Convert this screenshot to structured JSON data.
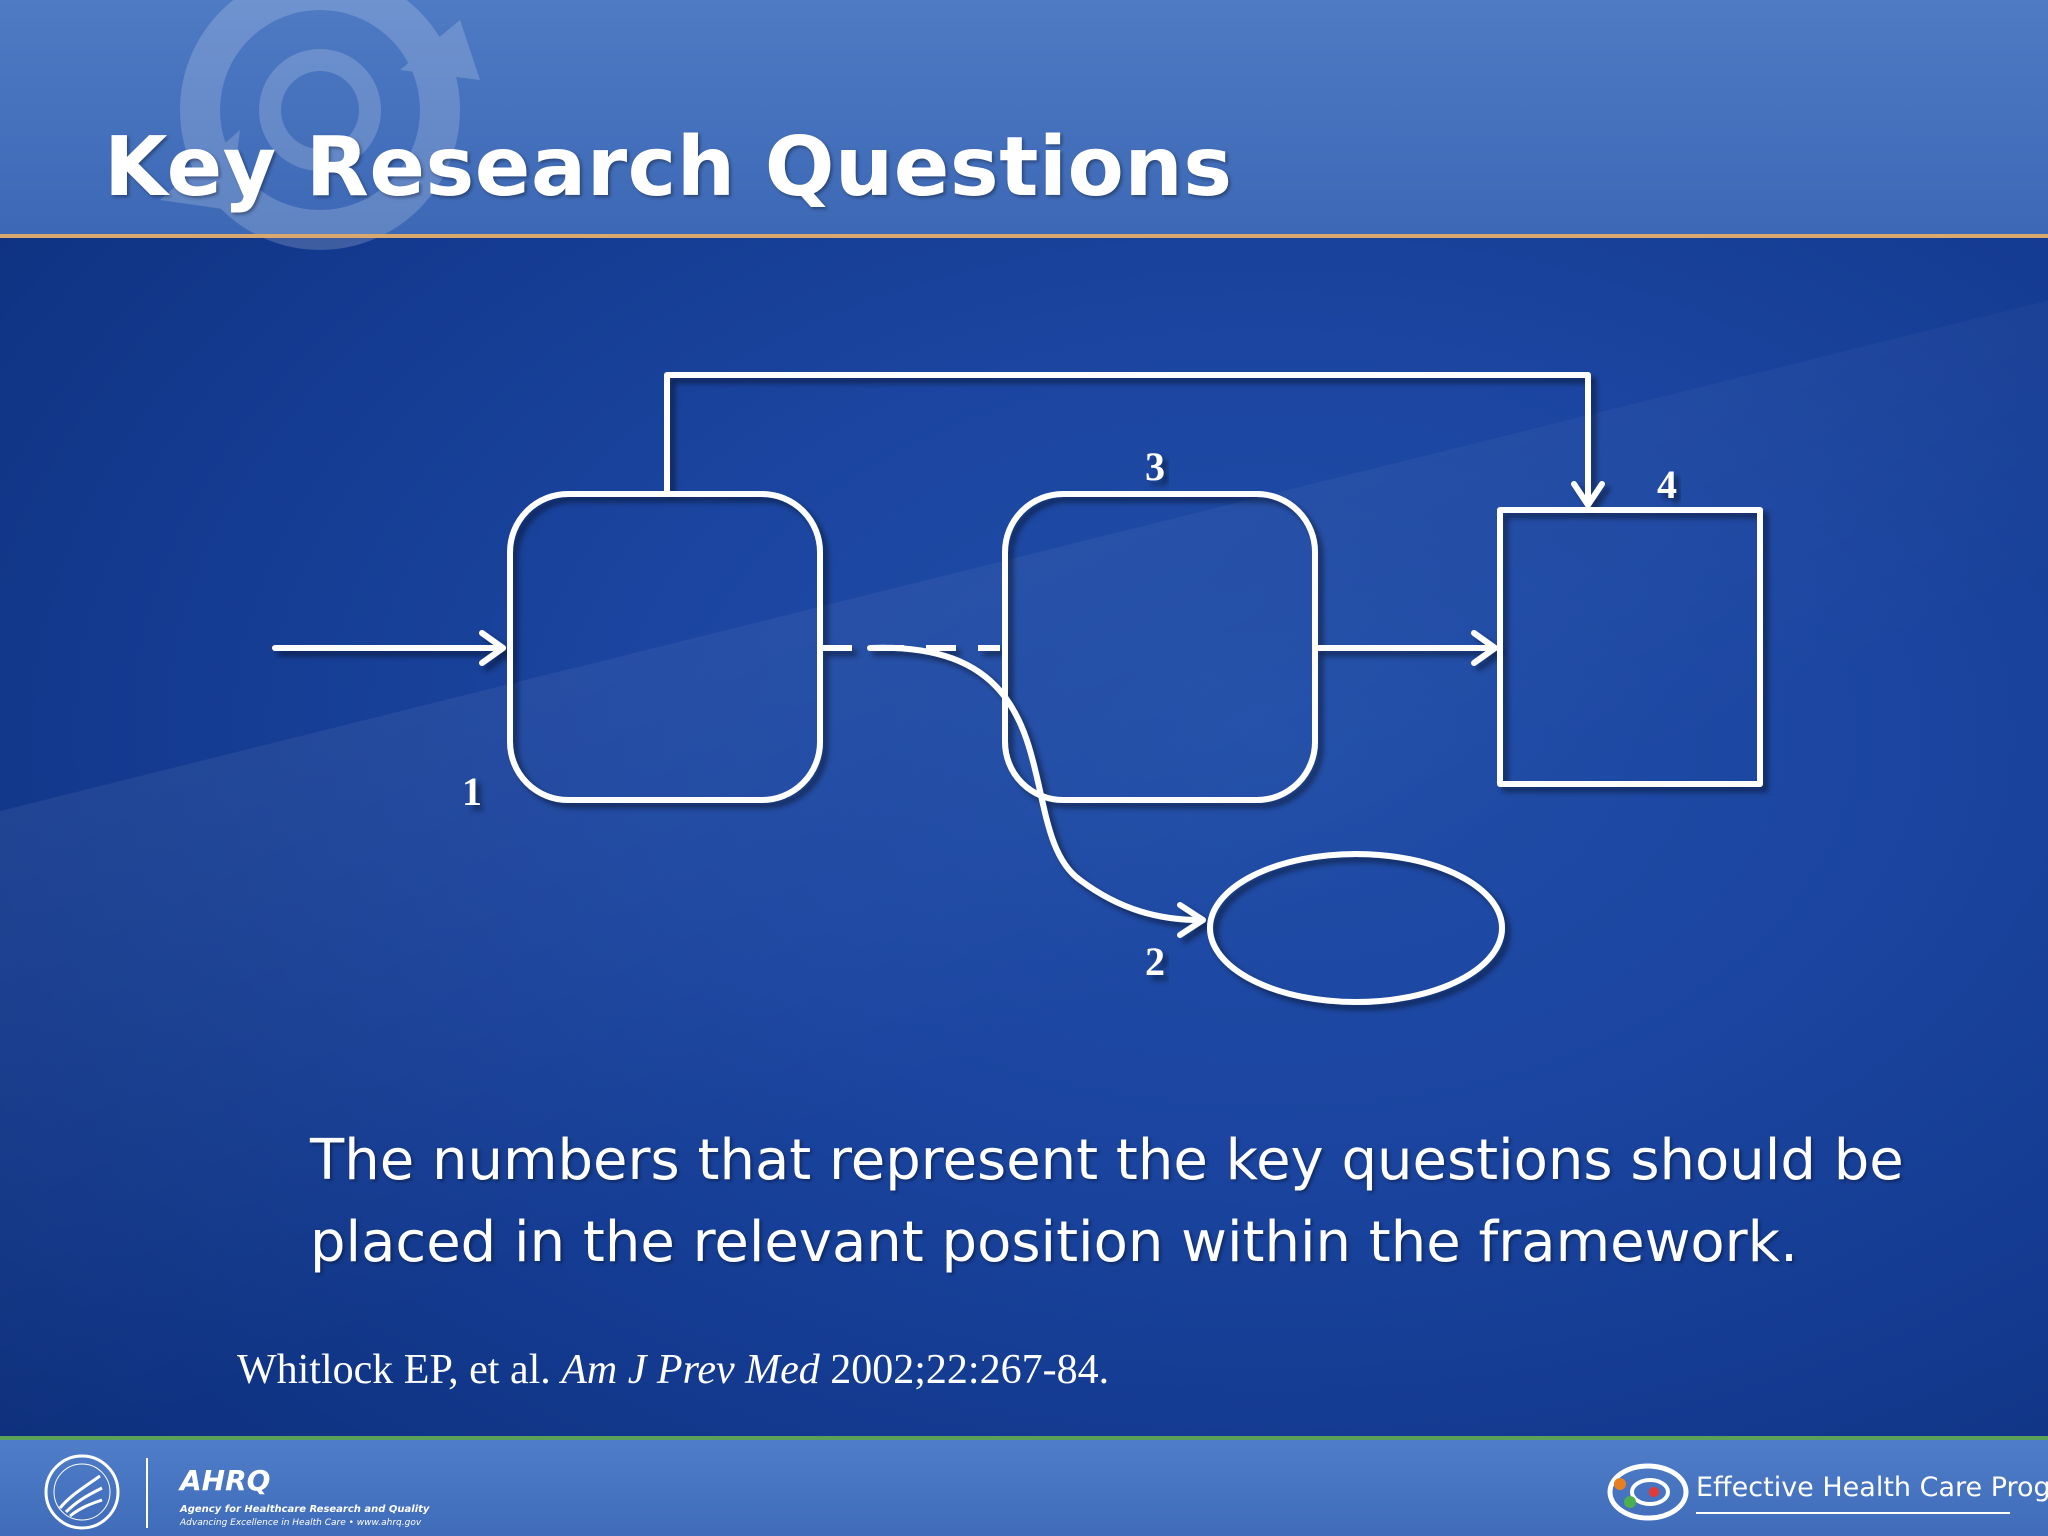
{
  "slide": {
    "title": "Key Research Questions",
    "caption_lines": [
      "The numbers that represent the key questions should be",
      "placed in the relevant position within the framework."
    ],
    "citation": {
      "prefix": "Whitlock EP,  et al. ",
      "journal": "Am J Prev Med",
      "suffix": " 2002;22:267-84."
    }
  },
  "diagram": {
    "labels": {
      "kq1": "1",
      "kq2": "2",
      "kq3": "3",
      "kq4": "4"
    }
  },
  "footer": {
    "ahrq_name": "AHRQ",
    "ahrq_line1": "Agency for Healthcare Research and Quality",
    "ahrq_line2": "Advancing Excellence in Health Care  •  www.ahrq.gov",
    "program_name": "Effective Health Care Program"
  },
  "colors": {
    "background": "#1b45a0",
    "title_bar": "#4470bc",
    "title_rule": "#d9a86c",
    "footer_rule": "#5aa25a",
    "lines": "#ffffff"
  }
}
